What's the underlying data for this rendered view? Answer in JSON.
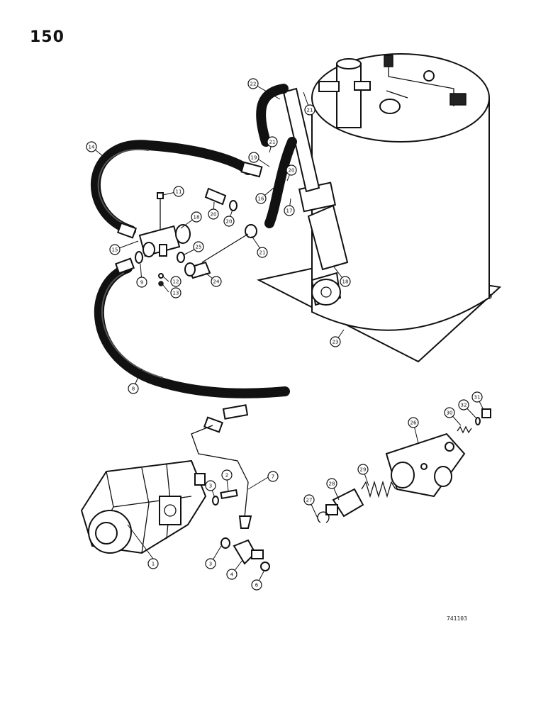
{
  "page": {
    "number": "150",
    "ref_code": "741103"
  },
  "callouts": [
    {
      "id": "c1",
      "label": "1"
    },
    {
      "id": "c2",
      "label": "2"
    },
    {
      "id": "c3a",
      "label": "3"
    },
    {
      "id": "c3b",
      "label": "3"
    },
    {
      "id": "c4",
      "label": "4"
    },
    {
      "id": "c6",
      "label": "6"
    },
    {
      "id": "c7",
      "label": "7"
    },
    {
      "id": "c8",
      "label": "8"
    },
    {
      "id": "c9",
      "label": "9"
    },
    {
      "id": "c11",
      "label": "11"
    },
    {
      "id": "c12",
      "label": "12"
    },
    {
      "id": "c13",
      "label": "13"
    },
    {
      "id": "c14",
      "label": "14"
    },
    {
      "id": "c15",
      "label": "15"
    },
    {
      "id": "c16",
      "label": "16"
    },
    {
      "id": "c17",
      "label": "17"
    },
    {
      "id": "c18a",
      "label": "18"
    },
    {
      "id": "c18b",
      "label": "18"
    },
    {
      "id": "c19",
      "label": "19"
    },
    {
      "id": "c20a",
      "label": "20"
    },
    {
      "id": "c20b",
      "label": "20"
    },
    {
      "id": "c20c",
      "label": "20"
    },
    {
      "id": "c21a",
      "label": "21"
    },
    {
      "id": "c21b",
      "label": "21"
    },
    {
      "id": "c21c",
      "label": "21"
    },
    {
      "id": "c22",
      "label": "22"
    },
    {
      "id": "c23",
      "label": "23"
    },
    {
      "id": "c24",
      "label": "24"
    },
    {
      "id": "c25",
      "label": "25"
    },
    {
      "id": "c26",
      "label": "26"
    },
    {
      "id": "c27",
      "label": "27"
    },
    {
      "id": "c28",
      "label": "28"
    },
    {
      "id": "c29",
      "label": "29"
    },
    {
      "id": "c30",
      "label": "30"
    },
    {
      "id": "c31",
      "label": "31"
    },
    {
      "id": "c32",
      "label": "32"
    }
  ]
}
